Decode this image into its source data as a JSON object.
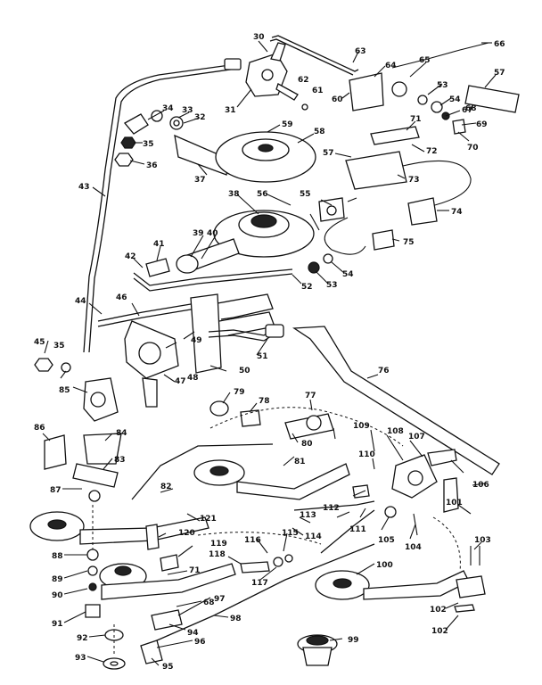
{
  "diagram": {
    "type": "exploded parts diagram",
    "callouts": [
      "30",
      "31",
      "32",
      "33",
      "34",
      "35",
      "36",
      "37",
      "38",
      "39",
      "40",
      "41",
      "42",
      "43",
      "44",
      "45",
      "35",
      "46",
      "47",
      "48",
      "49",
      "50",
      "51",
      "52",
      "53",
      "54",
      "55",
      "56",
      "57",
      "58",
      "59",
      "60",
      "61",
      "62",
      "63",
      "64",
      "65",
      "66",
      "67",
      "68",
      "69",
      "70",
      "71",
      "72",
      "73",
      "74",
      "75",
      "76",
      "77",
      "78",
      "79",
      "80",
      "81",
      "82",
      "83",
      "84",
      "85",
      "86",
      "87",
      "88",
      "89",
      "90",
      "91",
      "92",
      "93",
      "94",
      "95",
      "96",
      "97",
      "98",
      "99",
      "100",
      "101",
      "102",
      "103",
      "104",
      "105",
      "106",
      "107",
      "108",
      "109",
      "110",
      "111",
      "112",
      "113",
      "114",
      "115",
      "116",
      "117",
      "118",
      "119",
      "120",
      "121",
      "71",
      "68"
    ]
  }
}
